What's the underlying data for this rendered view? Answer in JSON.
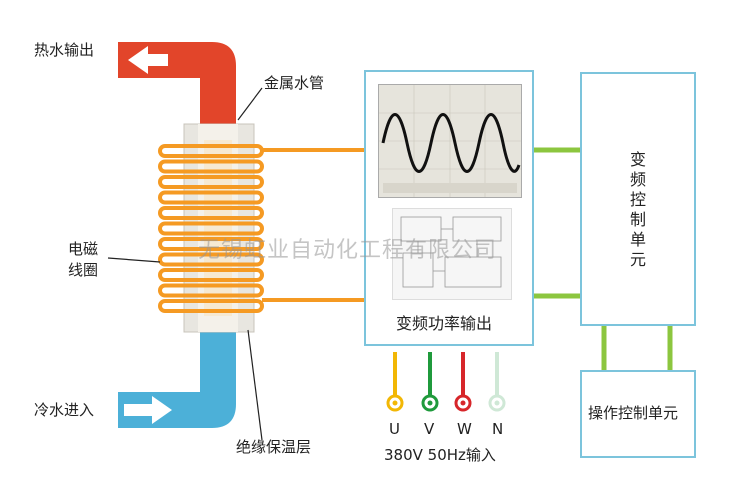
{
  "labels": {
    "hot_out": "热水输出",
    "metal_pipe": "金属水管",
    "coil_line1": "电磁",
    "coil_line2": "线圈",
    "cold_in": "冷水进入",
    "insulation": "绝缘保温层",
    "power_out": "变频功率输出",
    "vfd_control": "变频控制单元",
    "operation_control": "操作控制单元",
    "input_spec": "380V 50Hz输入",
    "watermark": "无锡虹业自动化工程有限公司"
  },
  "terminals": [
    {
      "label": "U",
      "color": "#f2b705"
    },
    {
      "label": "V",
      "color": "#1f9a3c"
    },
    {
      "label": "W",
      "color": "#d7262a"
    },
    {
      "label": "N",
      "color": "#cfe8d6"
    }
  ],
  "colors": {
    "hot_pipe": "#e2452a",
    "cold_pipe": "#4cb0d8",
    "coil": "#f59a23",
    "box_border": "#7cc4dc",
    "link_green": "#8cc63f"
  },
  "icons": {
    "arrow_out": "arrow-left-icon",
    "arrow_in": "arrow-right-icon"
  }
}
